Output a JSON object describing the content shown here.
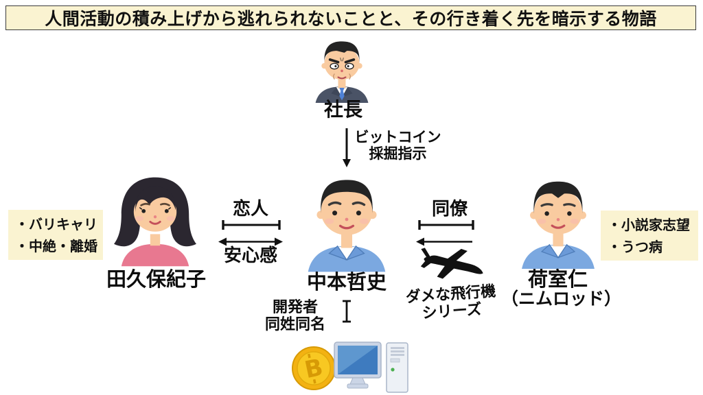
{
  "banner": {
    "title": "人間活動の積み上げから逃れられないことと、その行き着く先を暗示する物語"
  },
  "boss": {
    "label": "社長"
  },
  "instruction": {
    "line1": "ビットコイン",
    "line2": "採掘指示"
  },
  "woman": {
    "label": "田久保紀子",
    "notes": [
      "・バリキャリ",
      "・中絶・離婚"
    ]
  },
  "center_man": {
    "label": "中本哲史"
  },
  "right_man": {
    "label": "荷室仁",
    "alias": "（ニムロッド）",
    "notes": [
      "・小説家志望",
      "・うつ病"
    ]
  },
  "relations": {
    "lovers": "恋人",
    "security": "安心感",
    "colleague": "同僚",
    "plane_line1": "ダメな飛行機",
    "plane_line2": "シリーズ",
    "dev_line1": "開発者",
    "dev_line2": "同姓同名"
  },
  "icons": {
    "bitcoin": "bitcoin-coin-icon",
    "bitcoin_symbol": "B",
    "computer": "desktop-computer-icon",
    "airplane": "airplane-icon"
  },
  "colors": {
    "note_bg": "#FAF3D1",
    "shirt_blue": "#7BA8E0",
    "top_pink": "#E87890",
    "suit_navy": "#4A5366",
    "tie_blue": "#4E81D6",
    "coin_gold": "#F3B212",
    "screen_blue": "#3E7BBF",
    "text_black": "#0d0d0d"
  }
}
